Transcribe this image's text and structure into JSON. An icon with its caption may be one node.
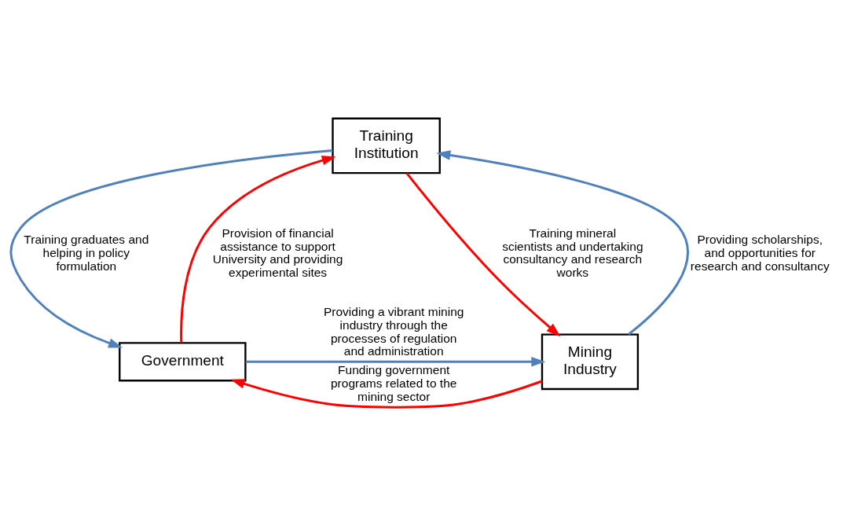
{
  "diagram": {
    "nodes": [
      {
        "text": [
          "Training Institution"
        ]
      },
      {
        "text": [
          "Government"
        ]
      },
      {
        "text": [
          "Mining Industry"
        ]
      }
    ],
    "edges": [
      {
        "from": 1,
        "to": 0,
        "arrow": "to",
        "color": "#ff0000",
        "label": "Provision of financial assistance to support University and providing experimental sites"
      },
      {
        "from": 0,
        "to": 2,
        "arrow": "to",
        "color": "#ff0000",
        "label": "Training mineral scientists and undertaking consultancy and research works"
      },
      {
        "from": 2,
        "to": 1,
        "arrow": "to",
        "color": "#ff0000",
        "label": "Funding government programs related to the mining sector"
      },
      {
        "from": 0,
        "to": 1,
        "arrow": "to",
        "color": "#4f81bd",
        "label": "Training graduates and helping in policy formulation"
      },
      {
        "from": 2,
        "to": 0,
        "arrow": "to",
        "color": "#4f81bd",
        "label": "Providing scholarships, and opportunities for research and consultancy"
      },
      {
        "from": 1,
        "to": 2,
        "arrow": "to",
        "color": "#4f81bd",
        "label": "Providing a vibrant mining industry through the processes of regulation and administration"
      }
    ]
  }
}
